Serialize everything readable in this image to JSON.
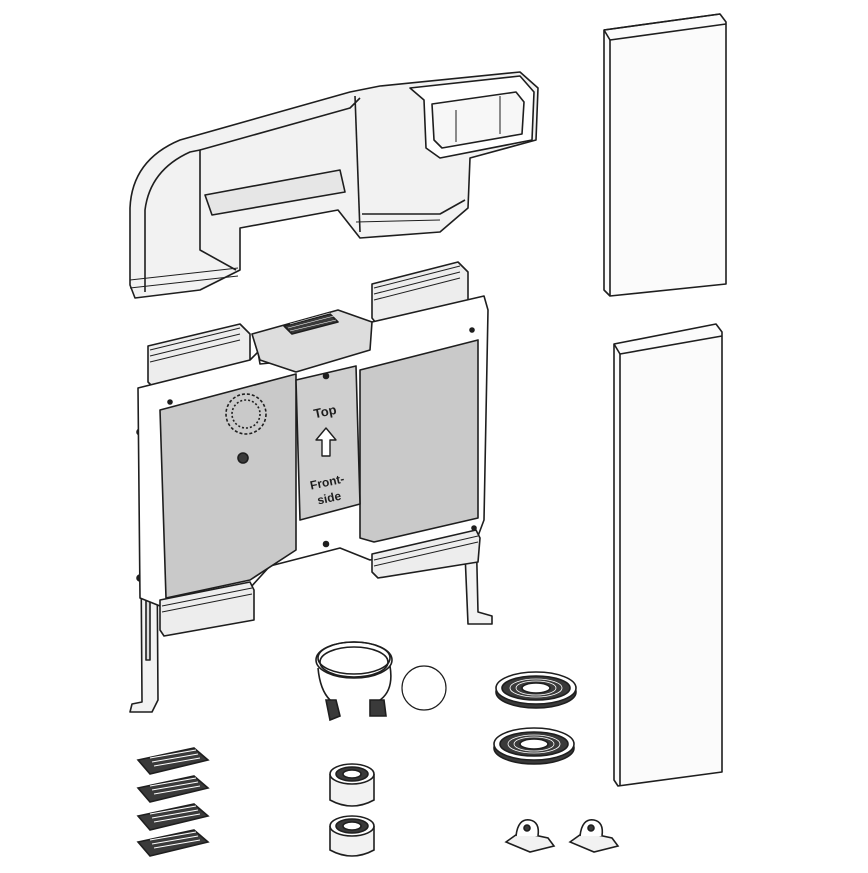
{
  "labels": {
    "top": "Top",
    "front_line1": "Front-",
    "front_line2": "side"
  },
  "parts": [
    {
      "name": "upper-duct-adapter",
      "icon": "duct-elbow"
    },
    {
      "name": "extension-duct-upper",
      "icon": "rectangular-duct"
    },
    {
      "name": "extension-duct-lower",
      "icon": "rectangular-duct"
    },
    {
      "name": "ventilation-unit",
      "icon": "fan-housing"
    },
    {
      "name": "wall-bracket-left",
      "icon": "bracket"
    },
    {
      "name": "wall-bracket-right",
      "icon": "bracket"
    },
    {
      "name": "power-cable",
      "icon": "cable-coil"
    },
    {
      "name": "o-ring",
      "icon": "ring"
    },
    {
      "name": "charcoal-filter",
      "icon": "round-filter",
      "count": 2
    },
    {
      "name": "grease-filter-pad",
      "icon": "grille-pad",
      "count": 4
    },
    {
      "name": "sealing-tape-roll",
      "icon": "tape-roll",
      "count": 2
    },
    {
      "name": "cable-clip",
      "icon": "clip",
      "count": 2
    }
  ],
  "colors": {
    "outline": "#1e1e1e",
    "panel_gray": "#c9c9c9",
    "light_fill": "#f2f2f2",
    "dark_fill": "#3a3a3a",
    "background": "#ffffff"
  }
}
